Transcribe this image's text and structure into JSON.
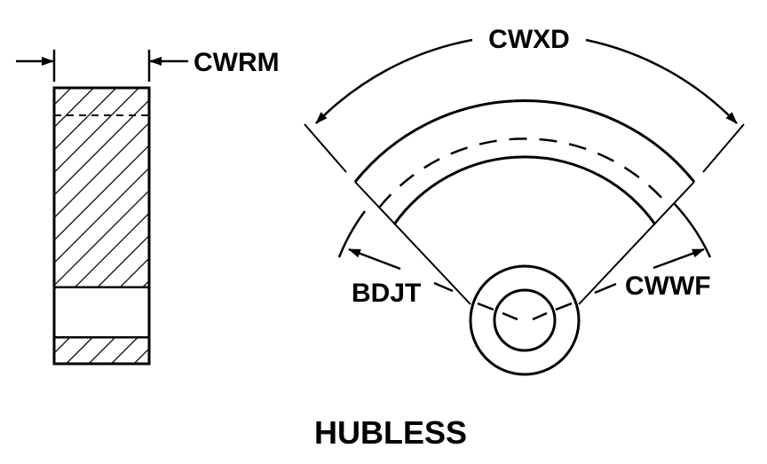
{
  "labels": {
    "width_dim": "CWRM",
    "arc_dim": "CWXD",
    "left_angle": "BDJT",
    "right_angle": "CWWF",
    "title": "HUBLESS"
  },
  "colors": {
    "ink": "#000000",
    "paper": "#ffffff"
  }
}
